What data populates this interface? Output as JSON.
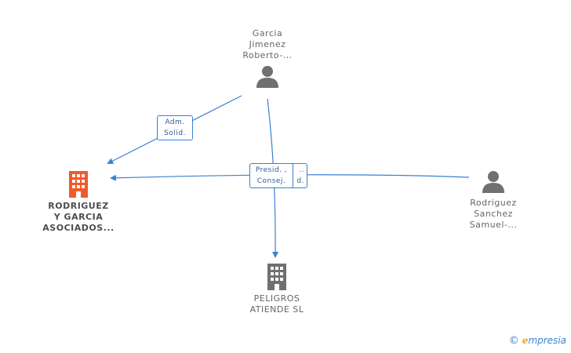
{
  "people": {
    "garcia": "Garcia\nJimenez\nRoberto-...",
    "rodriguez": "Rodriguez\nSanchez\nSamuel-..."
  },
  "companies": {
    "main": "RODRIGUEZ\nY GARCIA\nASOCIADOS...",
    "peligros": "PELIGROS\nATIENDE SL"
  },
  "edges": {
    "adm": "Adm.\nSolid.",
    "presid": "Presid. ,\nConsej.",
    "hidden": "..\nd."
  },
  "colors": {
    "main_company": "#f25a2a",
    "company": "#707070",
    "person": "#707070",
    "edge": "#3a7fd5"
  },
  "icons": {
    "person": "person-icon",
    "company": "building-icon"
  },
  "brand": {
    "copyright": "©",
    "name_e": "e",
    "name_rest": "mpresia"
  }
}
